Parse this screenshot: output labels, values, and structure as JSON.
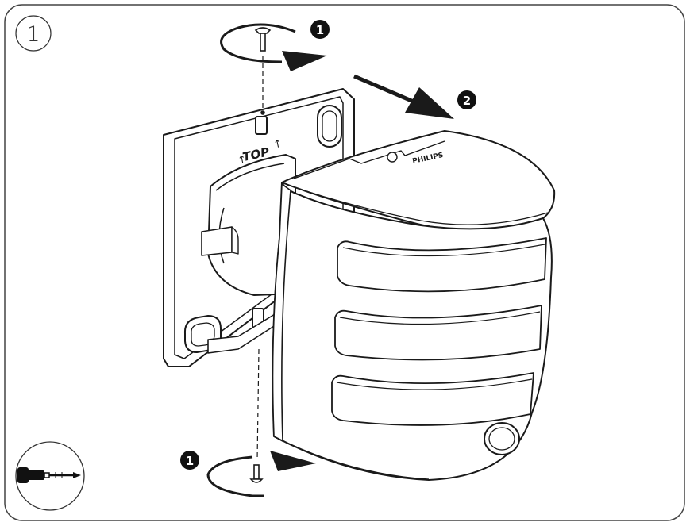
{
  "panel": {
    "step_number": "1",
    "step_markers": [
      "1",
      "2",
      "1"
    ],
    "top_label": "TOP",
    "brand_text": "PHILIPS",
    "tool_icon": "screwdriver-icon",
    "colors": {
      "line": "#1a1a1a",
      "fill": "#ffffff",
      "badge": "#111111",
      "frame": "#444444"
    }
  }
}
